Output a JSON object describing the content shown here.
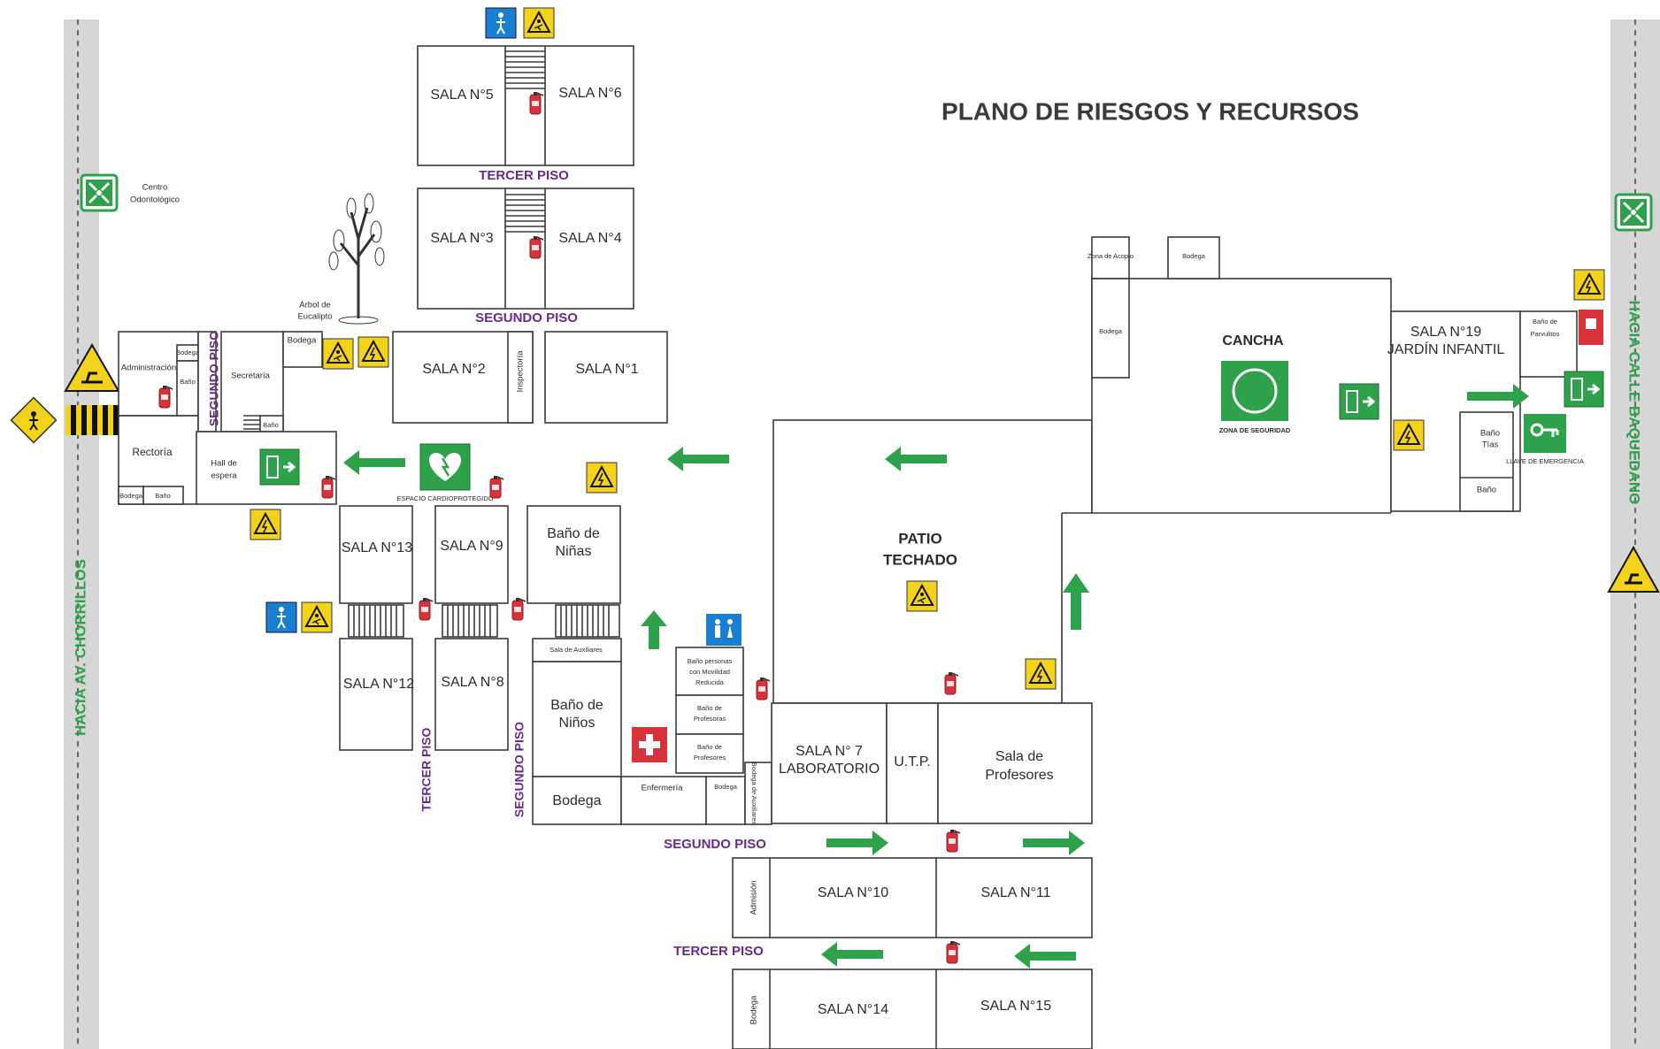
{
  "title": "PLANO DE RIESGOS Y RECURSOS",
  "streets": {
    "left": "HACIA AV. CHORRILLOS",
    "right": "HACIA CALLE BAQUEDANO"
  },
  "floors": {
    "third": "TERCER PISO",
    "second": "SEGUNDO PISO"
  },
  "landmarks": {
    "dental_center": "Centro Odontológico",
    "tree": "Árbol de Eucalipto"
  },
  "rooms": {
    "sala5": "SALA N°5",
    "sala6": "SALA N°6",
    "sala3": "SALA N°3",
    "sala4": "SALA N°4",
    "sala2": "SALA N°2",
    "sala1": "SALA N°1",
    "inspectoria": "Inspectoría",
    "administracion": "Administración",
    "bodega": "Bodega",
    "bano": "Baño",
    "secretaria": "Secretaría",
    "rectoria": "Rectoría",
    "hall": "Hall de espera",
    "sala13": "SALA N°13",
    "sala9": "SALA N°9",
    "sala12": "SALA N°12",
    "sala8": "SALA N°8",
    "bano_ninas": "Baño de Niñas",
    "bano_ninos": "Baño de Niños",
    "sala_auxiliares": "Sala de Auxiliares",
    "bano_movilidad": "Baño personas con Movilidad Reducida",
    "bano_profesoras": "Baño de Profesoras",
    "bano_profesores": "Baño de Profesores",
    "enfermeria": "Enfermería",
    "bodega_auxiliares": "Bodega de Auxiliares",
    "patio_techado": "PATIO TECHADO",
    "sala7": "SALA N° 7 LABORATORIO",
    "utp": "U.T.P.",
    "sala_profesores": "Sala de Profesores",
    "zona_acopio": "Zona de Acopio",
    "cancha": "CANCHA",
    "sala19": "SALA N°19 JARDÍN INFANTIL",
    "bano_parvulitos": "Baño de Parvulitos",
    "bano_tias": "Baño Tías",
    "admision": "Admisión",
    "sala10": "SALA N°10",
    "sala11": "SALA N°11",
    "sala14": "SALA N°14",
    "sala15": "SALA N°15"
  },
  "signs": {
    "tablero": "TABLERO ELÉCTRICO",
    "cardio": "ESPACIO CARDIOPROTEGIDO",
    "zona_seguridad": "ZONA DE SEGURIDAD",
    "llave": "LLAVE DE EMERGENCIA",
    "banos": "BAÑOS",
    "botiquin": "BOTIQUÍN DE PRIMEROS AUXILIOS",
    "use_pasamanos": "USE PASAMANOS",
    "riesgo_caidas": "RIESGO DE CAÍDAS",
    "atencion_piso": "ATENCIÓN PISO RESBALADIZO"
  },
  "colors": {
    "safe_green": "#2ea24a",
    "warning_yellow": "#f2d21a",
    "fire_red": "#d8333a",
    "floor_purple": "#6a2a8c",
    "info_blue": "#1a7fd1"
  },
  "icons": [
    "assembly-point-icon",
    "exit-icon",
    "fire-extinguisher-icon",
    "electrical-hazard-icon",
    "slip-hazard-icon",
    "handrail-icon",
    "defibrillator-icon",
    "first-aid-icon",
    "restroom-icon",
    "emergency-key-icon",
    "arrow-icon",
    "pedestrian-warning-icon"
  ]
}
